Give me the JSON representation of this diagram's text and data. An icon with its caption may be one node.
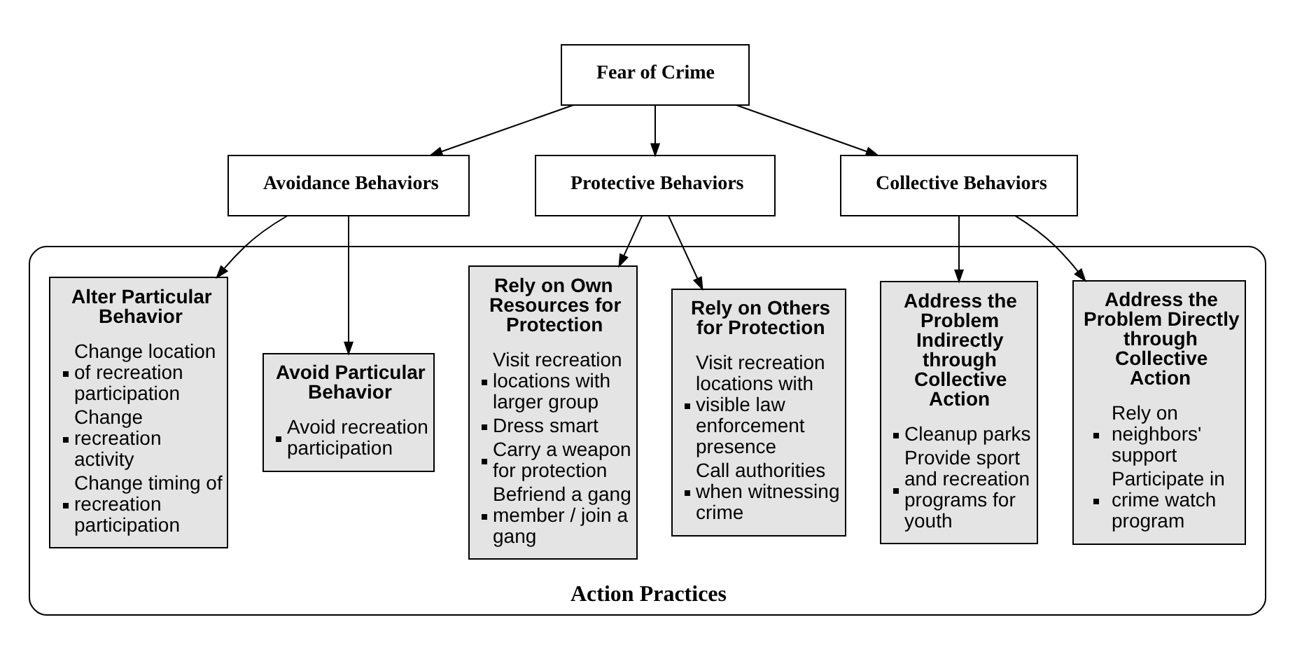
{
  "diagram": {
    "nodes": [
      {
        "text": [
          "Fear of Crime"
        ]
      },
      {
        "text": [
          "Avoidance Behaviors"
        ]
      },
      {
        "text": [
          "Protective Behaviors"
        ]
      },
      {
        "text": [
          "Collective Behaviors"
        ]
      },
      {
        "text": [
          "Action Practices"
        ]
      },
      {
        "text": [
          "Avoid Particular Behavior",
          "Avoid recreation participation"
        ],
        "in": 4
      },
      {
        "text": [
          "Alter Particular Behavior",
          "Change location of recreation participation",
          "Change recreation activity",
          "Change timing of recreation participation"
        ],
        "in": 4
      },
      {
        "text": [
          "Rely on Others for Protection",
          "Visit recreation locations with visible law enforcement presence",
          "Call authorities when witnessing crime"
        ],
        "in": 4
      },
      {
        "text": [
          "Rely on Own Resources for Protection",
          "Visit recreation locations with larger group",
          "Dress smart",
          "Carry a weapon for protection",
          "Befriend a gang member / join a gang"
        ],
        "in": 4
      },
      {
        "text": [
          "Address the Problem Directly through Collective Action",
          "Rely on neighbors' support",
          "Participate in crime watch program"
        ],
        "in": 4
      },
      {
        "text": [
          "Address the Problem Indirectly through Collective Action",
          "Cleanup parks",
          "Provide sport and recreation programs for youth"
        ],
        "in": 4
      }
    ],
    "edges": [
      {
        "from": 0,
        "to": 1,
        "arrow": "to"
      },
      {
        "from": 0,
        "to": 2,
        "arrow": "to"
      },
      {
        "from": 0,
        "to": 3,
        "arrow": "to"
      },
      {
        "from": 1,
        "to": 5,
        "arrow": "to"
      },
      {
        "from": 1,
        "to": 6,
        "arrow": "to"
      },
      {
        "from": 2,
        "to": 7,
        "arrow": "to"
      },
      {
        "from": 2,
        "to": 8,
        "arrow": "to"
      },
      {
        "from": 3,
        "to": 9,
        "arrow": "to"
      },
      {
        "from": 3,
        "to": 10,
        "arrow": "to"
      }
    ]
  }
}
